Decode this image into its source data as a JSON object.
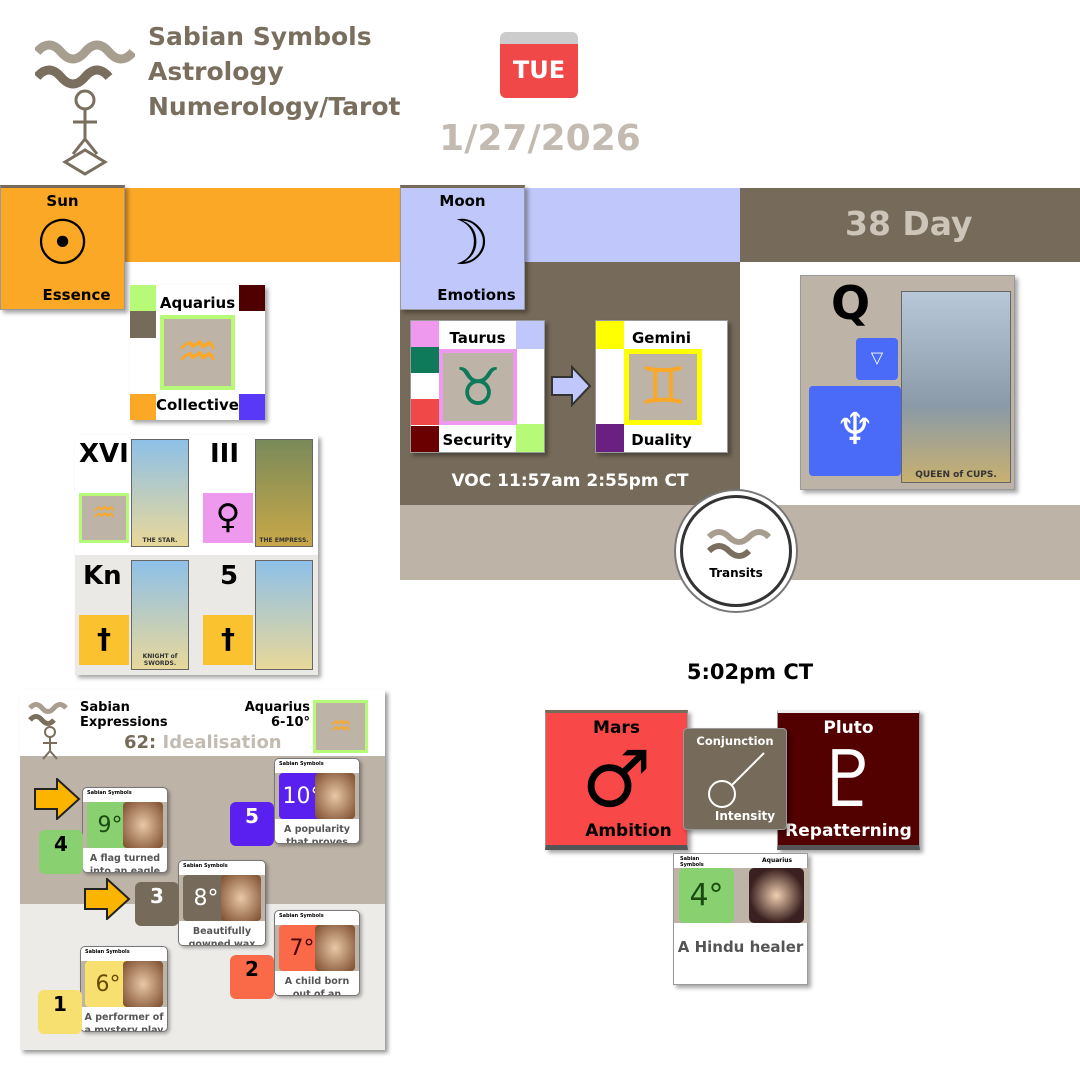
{
  "header": {
    "title_lines": [
      "Sabian Symbols",
      "Astrology",
      "Numerology/Tarot"
    ],
    "weekday": "TUE",
    "date": "1/27/2026",
    "day_count": "38 Day"
  },
  "sun": {
    "title": "Sun",
    "meaning": "Essence",
    "symbol": "☉",
    "color": "#fba826"
  },
  "moon": {
    "title": "Moon",
    "meaning": "Emotions",
    "symbol": "☽",
    "color": "#c0c8fb"
  },
  "sun_sign": {
    "sign": "Aquarius",
    "keyword": "Collective",
    "symbol": "♒"
  },
  "tarot": [
    {
      "numeral": "XVII",
      "card": "THE STAR."
    },
    {
      "numeral": "III",
      "card": "THE EMPRESS.",
      "symbol": "♀"
    },
    {
      "numeral": "Kn",
      "card": "KNIGHT of SWORDS."
    },
    {
      "numeral": "5",
      "card": ""
    }
  ],
  "moon_transit": {
    "from": {
      "sign": "Taurus",
      "keyword": "Security",
      "symbol": "♉"
    },
    "to": {
      "sign": "Gemini",
      "keyword": "Duality",
      "symbol": "♊"
    },
    "voc": "VOC 11:57am 2:55pm CT"
  },
  "day_card": {
    "rank": "Q",
    "card": "QUEEN of CUPS."
  },
  "transits": {
    "label": "Transits",
    "time": "5:02pm CT",
    "planet1": {
      "name": "Mars",
      "keyword": "Ambition",
      "symbol": "♂"
    },
    "aspect": {
      "name": "Conjunction",
      "keyword": "Intensity"
    },
    "planet2": {
      "name": "Pluto",
      "keyword": "Repatterning",
      "symbol": "♇"
    },
    "symbol_card": {
      "brand": "Sabian Symbols",
      "sign": "Aquarius",
      "degree": "4°",
      "text": "A Hindu healer"
    }
  },
  "sabian": {
    "title_lines": [
      "Sabian",
      "Expressions"
    ],
    "sign": "Aquarius",
    "range": "6-10°",
    "number": "62:",
    "theme": "Idealisation",
    "brand": "Sabian Symbols",
    "cards": [
      {
        "degree": "9°",
        "text": "A flag turned into an eagle",
        "num": "4"
      },
      {
        "degree": "10°",
        "text": "A popularity that proves ephemeral",
        "num": "5"
      },
      {
        "degree": "8°",
        "text": "Beautifully gowned wax figures",
        "num": "3"
      },
      {
        "degree": "7°",
        "text": "A child born out of an eggshell",
        "num": "2"
      },
      {
        "degree": "6°",
        "text": "A performer of a mystery play",
        "num": "1"
      }
    ]
  }
}
